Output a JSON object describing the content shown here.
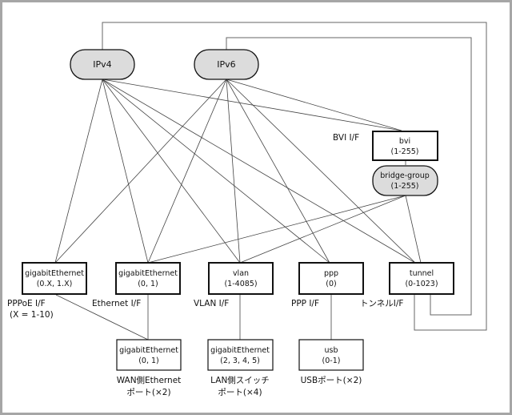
{
  "diagram": {
    "title": "",
    "protocol_nodes": [
      {
        "id": "ipv4",
        "label": "IPv4"
      },
      {
        "id": "ipv6",
        "label": "IPv6"
      }
    ],
    "interface_nodes": [
      {
        "id": "bvi",
        "line1": "bvi",
        "line2": "(1-255)",
        "caption": "BVI I/F"
      },
      {
        "id": "bridge",
        "line1": "bridge-group",
        "line2": "(1-255)"
      },
      {
        "id": "ge_pppoe",
        "line1": "gigabitEthernet",
        "line2": "(0.X, 1.X)",
        "caption": "PPPoE I/F",
        "caption2": "(X = 1-10)"
      },
      {
        "id": "ge_eth",
        "line1": "gigabitEthernet",
        "line2": "(0, 1)",
        "caption": "Ethernet I/F"
      },
      {
        "id": "vlan",
        "line1": "vlan",
        "line2": "(1-4085)",
        "caption": "VLAN I/F"
      },
      {
        "id": "ppp",
        "line1": "ppp",
        "line2": "(0)",
        "caption": "PPP I/F"
      },
      {
        "id": "tunnel",
        "line1": "tunnel",
        "line2": "(0-1023)",
        "caption": "トンネルI/F"
      }
    ],
    "port_nodes": [
      {
        "id": "wan",
        "line1": "gigabitEthernet",
        "line2": "(0, 1)",
        "caption1": "WAN側Ethernet",
        "caption2": "ポート(×2)"
      },
      {
        "id": "lan",
        "line1": "gigabitEthernet",
        "line2": "(2, 3, 4, 5)",
        "caption1": "LAN側スイッチ",
        "caption2": "ポート(×4)"
      },
      {
        "id": "usb",
        "line1": "usb",
        "line2": "(0-1)",
        "caption1": "USBポート(×2)"
      }
    ],
    "edges": [
      [
        "ipv4",
        "ge_pppoe"
      ],
      [
        "ipv4",
        "ge_eth"
      ],
      [
        "ipv4",
        "vlan"
      ],
      [
        "ipv4",
        "ppp"
      ],
      [
        "ipv4",
        "tunnel"
      ],
      [
        "ipv4",
        "bvi"
      ],
      [
        "ipv6",
        "ge_pppoe"
      ],
      [
        "ipv6",
        "ge_eth"
      ],
      [
        "ipv6",
        "vlan"
      ],
      [
        "ipv6",
        "ppp"
      ],
      [
        "ipv6",
        "tunnel"
      ],
      [
        "ipv6",
        "bvi"
      ],
      [
        "bvi",
        "bridge"
      ],
      [
        "bridge",
        "ge_eth"
      ],
      [
        "bridge",
        "vlan"
      ],
      [
        "bridge",
        "tunnel"
      ],
      [
        "ge_pppoe",
        "wan"
      ],
      [
        "ge_eth",
        "wan"
      ],
      [
        "vlan",
        "lan"
      ],
      [
        "ppp",
        "usb"
      ],
      [
        "ipv4",
        "tunnel",
        "loop"
      ],
      [
        "ipv6",
        "tunnel",
        "loop"
      ]
    ],
    "colors": {
      "pill_fill": "#dcdcdc",
      "box_fill": "#ffffff",
      "line": "#555555",
      "frame": "#a6a6a6"
    }
  }
}
